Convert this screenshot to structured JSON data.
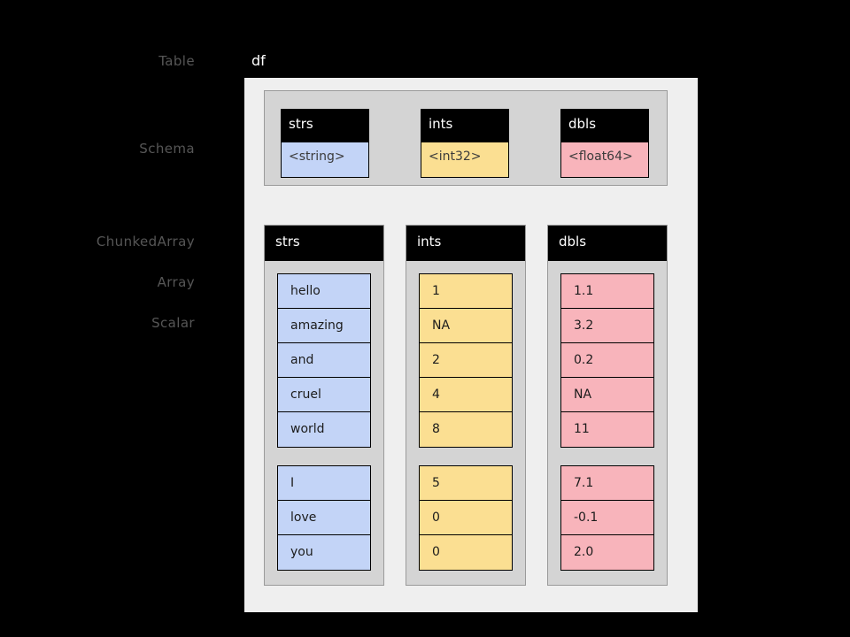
{
  "labels": {
    "table": "Table",
    "schema": "Schema",
    "chunked_array": "ChunkedArray",
    "array": "Array",
    "scalar": "Scalar"
  },
  "table": {
    "name": "df"
  },
  "colors": {
    "string": "#c3d4f7",
    "int": "#fbdf92",
    "double": "#f8b4bb",
    "panel_bg": "#efefef",
    "inner_bg": "#d4d4d4",
    "header_bg": "#000000",
    "label_text": "#565656"
  },
  "schema": {
    "fields": [
      {
        "name": "strs",
        "type": "<string>"
      },
      {
        "name": "ints",
        "type": "<int32>"
      },
      {
        "name": "dbls",
        "type": "<float64>"
      }
    ]
  },
  "columns": [
    {
      "name": "strs",
      "type": "<string>",
      "chunks": [
        {
          "values": [
            "hello",
            "amazing",
            "and",
            "cruel",
            "world"
          ]
        },
        {
          "values": [
            "I",
            "love",
            "you"
          ]
        }
      ]
    },
    {
      "name": "ints",
      "type": "<int32>",
      "chunks": [
        {
          "values": [
            "1",
            "NA",
            "2",
            "4",
            "8"
          ]
        },
        {
          "values": [
            "5",
            "0",
            "0"
          ]
        }
      ]
    },
    {
      "name": "dbls",
      "type": "<float64>",
      "chunks": [
        {
          "values": [
            "1.1",
            "3.2",
            "0.2",
            "NA",
            "11"
          ]
        },
        {
          "values": [
            "7.1",
            "-0.1",
            "2.0"
          ]
        }
      ]
    }
  ],
  "annotations": [
    {
      "label": "Schema",
      "target": "schema-band"
    },
    {
      "label": "ChunkedArray",
      "target": "column-strs"
    },
    {
      "label": "Array",
      "target": "chunk-strs-0"
    },
    {
      "label": "Scalar",
      "target": "cell-strs-0-1"
    }
  ]
}
